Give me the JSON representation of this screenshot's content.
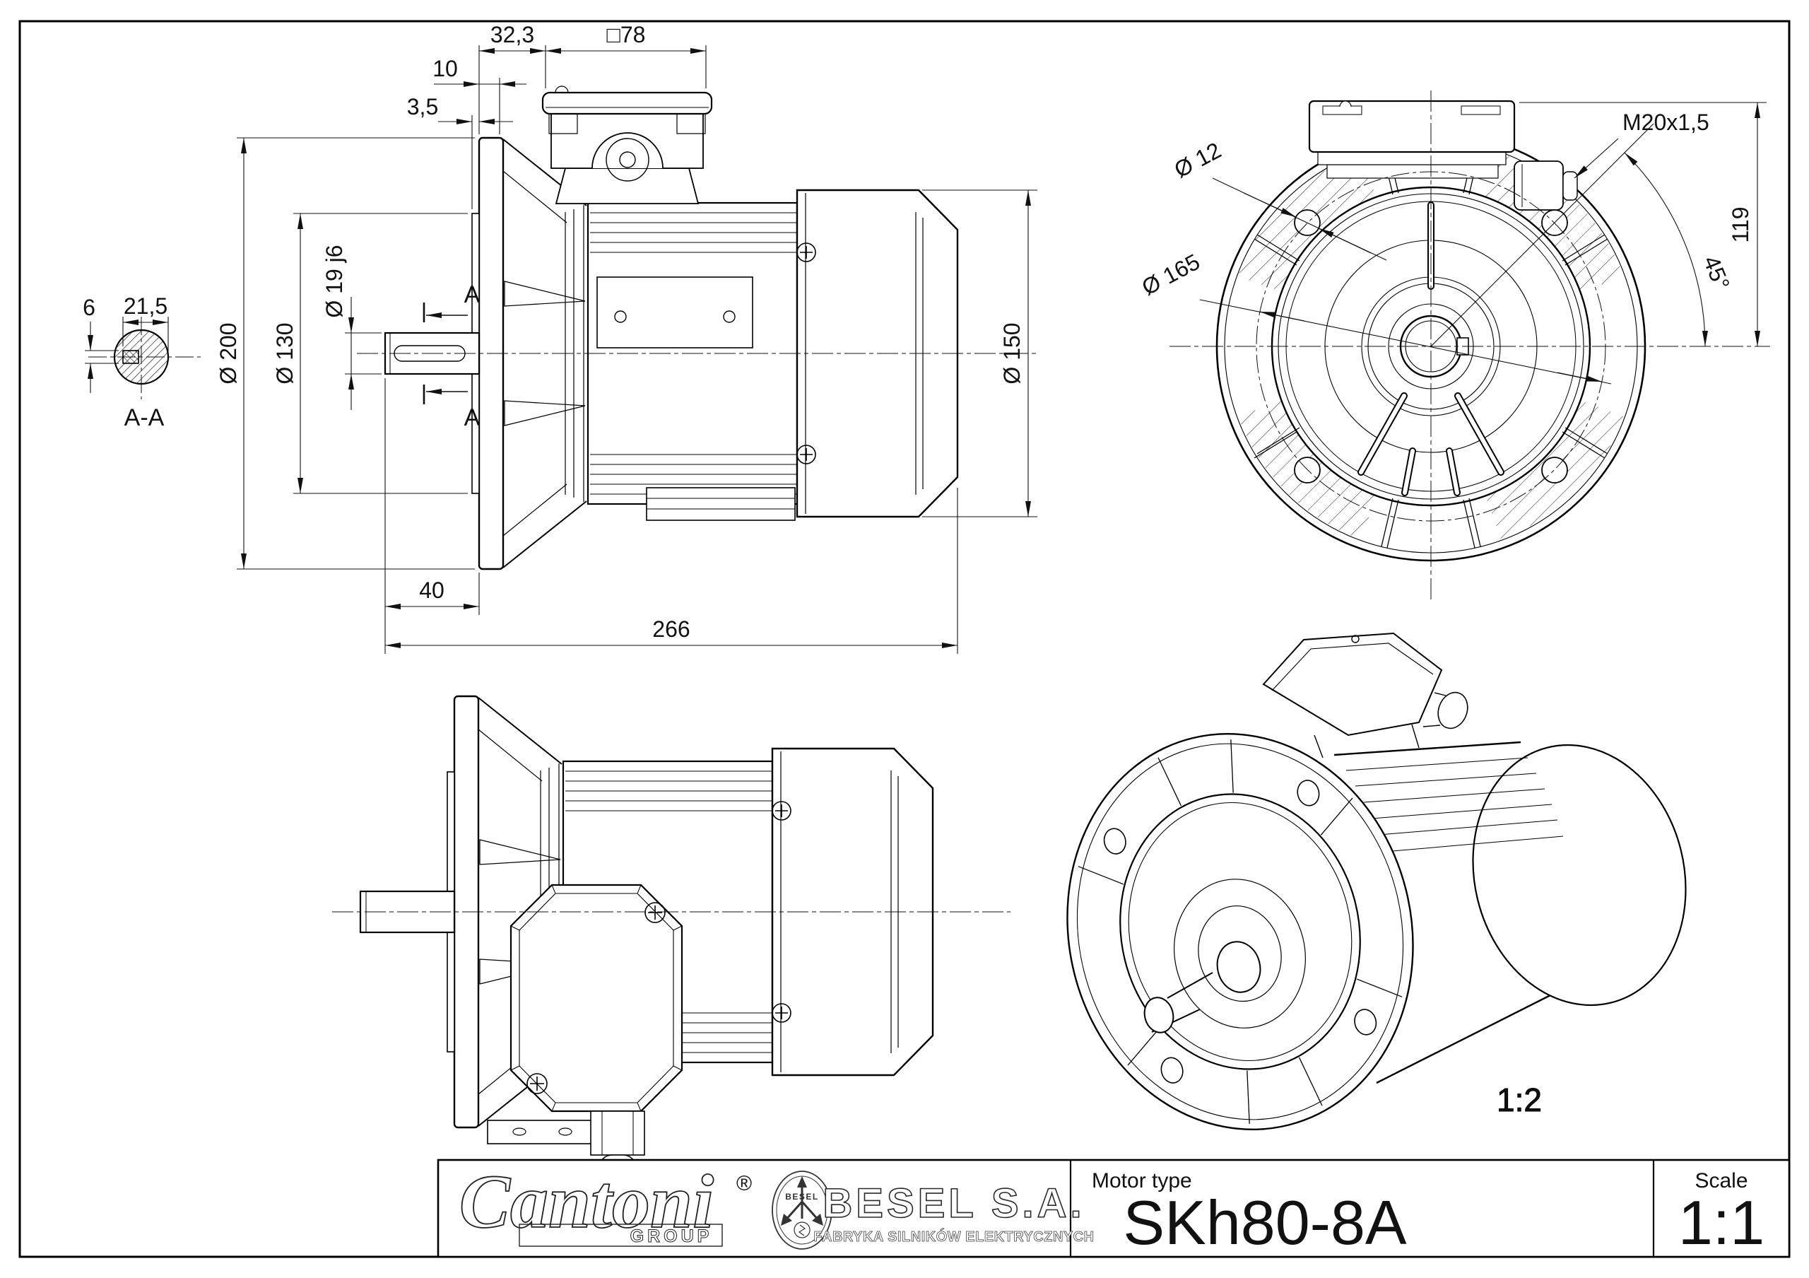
{
  "drawing": {
    "side_view": {
      "dim_spigot": "3,5",
      "dim_flange_thickness": "10",
      "dim_box_offset": "32,3",
      "dim_box_size": "□78",
      "dim_flange_dia": "Ø 200",
      "dim_spigot_dia": "Ø 130",
      "dim_shaft_dia": "Ø 19 j6",
      "dim_body_dia": "Ø 150",
      "dim_shaft_len": "40",
      "dim_total_len": "266",
      "section_mark": "A"
    },
    "section_view": {
      "dim_width": "21,5",
      "dim_key_height": "6",
      "label": "A-A"
    },
    "flange_view": {
      "dim_hole_dia": "Ø 12",
      "dim_bolt_circle": "Ø 165",
      "dim_thread": "M20x1,5",
      "dim_angle": "45°",
      "dim_height": "119"
    },
    "iso_view": {
      "scale": "1:2"
    }
  },
  "title_block": {
    "brand": "Cantoni",
    "brand_reg": "®",
    "brand_sub": "GROUP",
    "logo_text": "BESEL",
    "company": "BESEL S.A.",
    "company_sub": "FABRYKA SILNIKÓW ELEKTRYCZNYCH",
    "motor_type_label": "Motor type",
    "motor_type_value": "SKh80-8A",
    "scale_label": "Scale",
    "scale_value": "1:1"
  }
}
